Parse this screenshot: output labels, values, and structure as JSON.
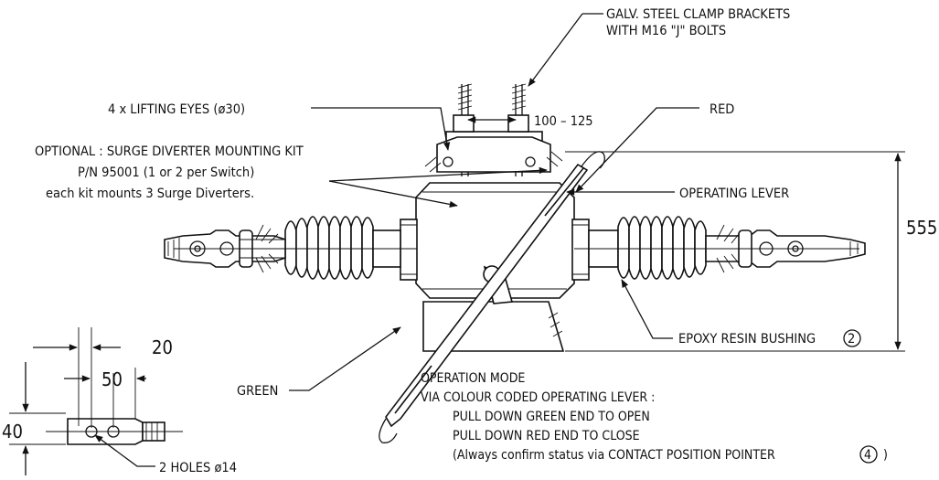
{
  "labels": {
    "clamp_line1": "GALV. STEEL CLAMP BRACKETS",
    "clamp_line2": "WITH M16 \"J\" BOLTS",
    "lifting": "4 x LIFTING EYES (ø30)",
    "dim_100_125": "100 – 125",
    "red": "RED",
    "surge_line1": "OPTIONAL : SURGE DIVERTER MOUNTING KIT",
    "surge_line2": "P/N 95001 (1 or 2 per Switch)",
    "surge_line3": "each kit mounts 3 Surge Diverters.",
    "operating_lever": "OPERATING LEVER",
    "dim_555": "555",
    "epoxy": "EPOXY RESIN BUSHING",
    "epoxy_ref": "2",
    "green": "GREEN",
    "mode_line1": "OPERATION MODE",
    "mode_line2": "VIA COLOUR CODED OPERATING LEVER :",
    "mode_line3": "PULL DOWN GREEN END TO OPEN",
    "mode_line4": "PULL DOWN RED END TO CLOSE",
    "mode_line5_pre": "(Always confirm status via CONTACT POSITION POINTER",
    "mode_line5_ref": "4",
    "mode_line5_post": ")",
    "dim_20": "20",
    "dim_50": "50",
    "dim_40": "40",
    "holes": "2 HOLES ø14"
  }
}
